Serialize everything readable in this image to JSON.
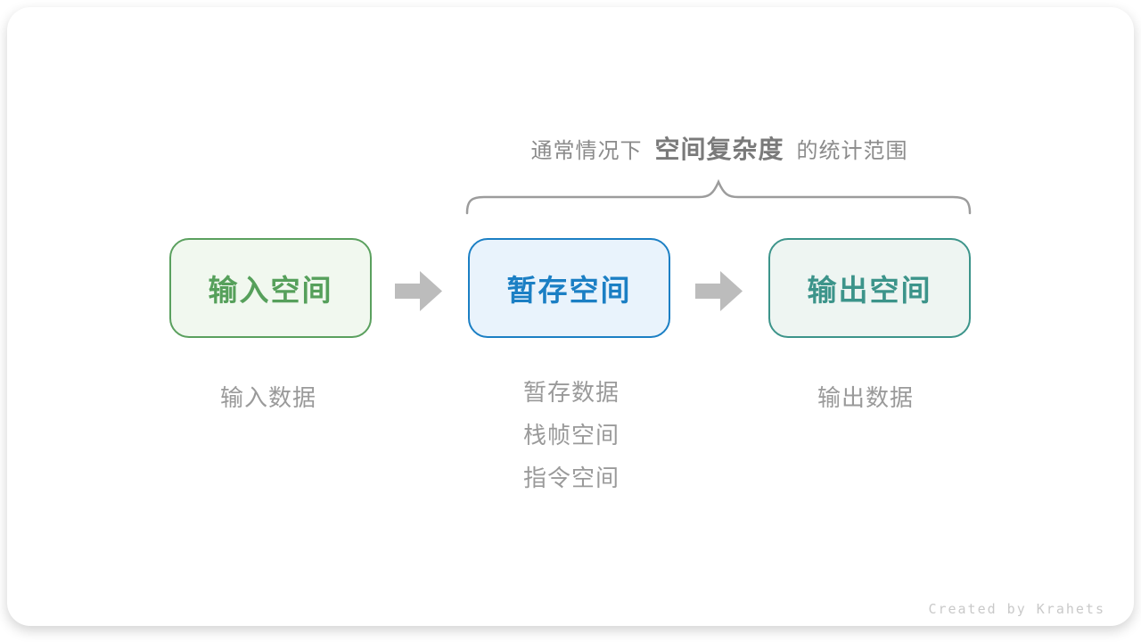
{
  "header": {
    "prefix": "通常情况下",
    "highlight": "空间复杂度",
    "suffix": "的统计范围"
  },
  "stages": [
    {
      "label": "输入空间",
      "border_color": "#5aa05e",
      "fill_color": "#f1f8ef",
      "text_color": "#56a05b",
      "notes": [
        "输入数据"
      ]
    },
    {
      "label": "暂存空间",
      "border_color": "#1b7fc4",
      "fill_color": "#e9f3fc",
      "text_color": "#1b7fc4",
      "notes": [
        "暂存数据",
        "栈帧空间",
        "指令空间"
      ]
    },
    {
      "label": "输出空间",
      "border_color": "#3c948a",
      "fill_color": "#eef5f2",
      "text_color": "#3c948a",
      "notes": [
        "输出数据"
      ]
    }
  ],
  "arrow_color": "#bcbcbc",
  "brace_color": "#9c9c9c",
  "credit": "Created by Krahets"
}
